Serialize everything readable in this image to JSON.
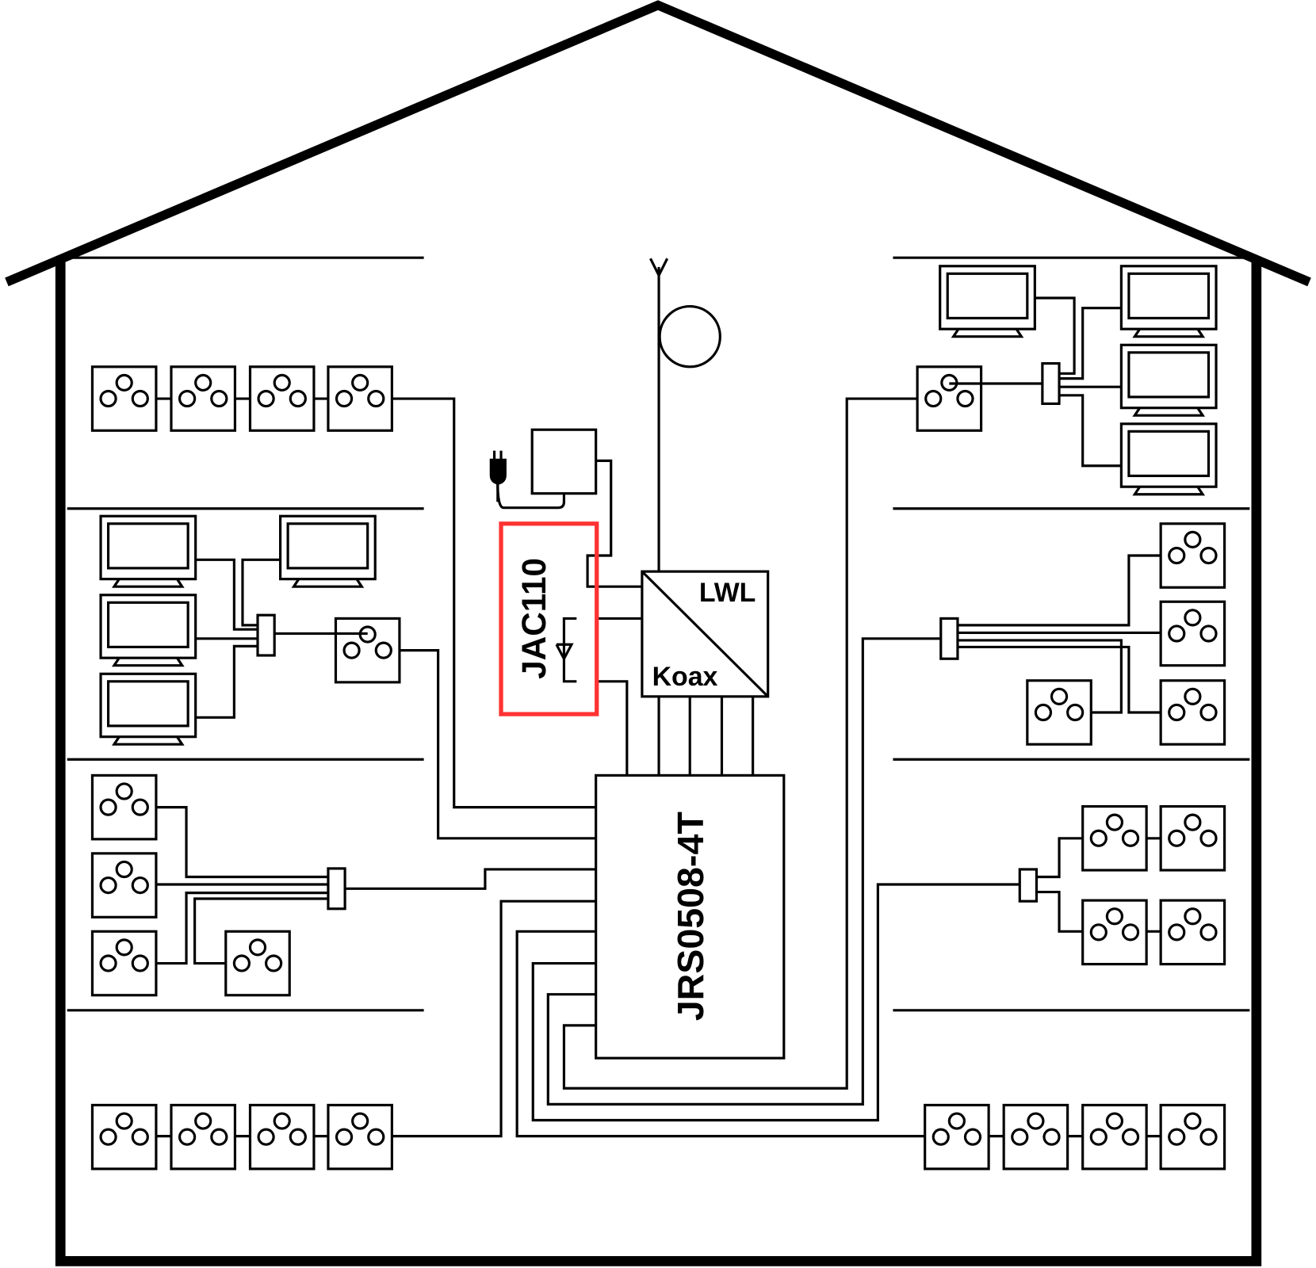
{
  "diagram": {
    "converter": {
      "top_label": "LWL",
      "bottom_label": "Koax"
    },
    "adapter": {
      "label": "JAC110",
      "highlight_color": "#ff3333"
    },
    "switch": {
      "label": "JRS0508-4T"
    },
    "colors": {
      "line": "#000000",
      "background": "#ffffff"
    }
  }
}
